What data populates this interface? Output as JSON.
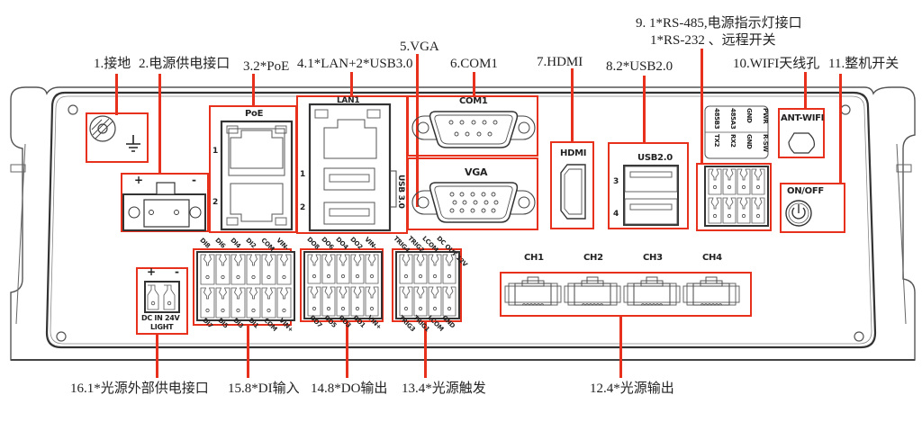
{
  "callouts": {
    "c1": "1.接地",
    "c2": "2.电源供电接口",
    "c3": "3.2*PoE",
    "c4": "4.1*LAN+2*USB3.0",
    "c5": "5.VGA",
    "c6": "6.COM1",
    "c7": "7.HDMI",
    "c8": "8.2*USB2.0",
    "c9_line1": "9. 1*RS-485,电源指示灯接口",
    "c9_line2": "1*RS-232 、远程开关",
    "c10": "10.WIFI天线孔",
    "c11": "11.整机开关",
    "c12": "12.4*光源输出",
    "c13": "13.4*光源触发",
    "c14": "14.8*DO输出",
    "c15": "15.8*DI输入",
    "c16": "16.1*光源外部供电接口"
  },
  "panel": {
    "power_plus": "+",
    "power_minus": "-",
    "poe_title": "PoE",
    "poe_port1": "1",
    "poe_port2": "2",
    "lan_title": "LAN1",
    "usb3_port1": "1",
    "usb3_port2": "2",
    "usb3_label": "USB 3.0",
    "com1_title": "COM1",
    "vga_title": "VGA",
    "hdmi_title": "HDMI",
    "usb2_title": "USB2.0",
    "usb2_port3": "3",
    "usb2_port4": "4",
    "serial_top": [
      "485B3",
      "485A3",
      "GND",
      "PWR"
    ],
    "serial_bottom": [
      "TX2",
      "RX2",
      "GND",
      "R-SW"
    ],
    "wifi_title": "ANT-WIFI",
    "onoff_title": "ON/OFF",
    "light_plus": "+",
    "light_minus": "-",
    "light_line1": "DC  IN  24V",
    "light_line2": "LIGHT",
    "di_top": [
      "DI8",
      "DI6",
      "DI4",
      "DI2",
      "COM",
      "VIN-"
    ],
    "di_bottom": [
      "DI7",
      "DI5",
      "DI3",
      "DI1",
      "COM",
      "VIN+"
    ],
    "do_top": [
      "DO8",
      "DO6",
      "DO4",
      "DO2",
      "VIN-"
    ],
    "do_bottom": [
      "DO7",
      "DO5",
      "DO3",
      "DO1",
      "VIN+"
    ],
    "trig_top": [
      "TRIG4",
      "TRIG2",
      "LCOM",
      "DC OUT 12V"
    ],
    "trig_bottom": [
      "TRIG3",
      "TRIG1",
      "LCOM",
      "GND"
    ],
    "channels": [
      "CH1",
      "CH2",
      "CH3",
      "CH4"
    ]
  },
  "colors": {
    "highlight": "#e8311c",
    "outline": "#444444"
  }
}
